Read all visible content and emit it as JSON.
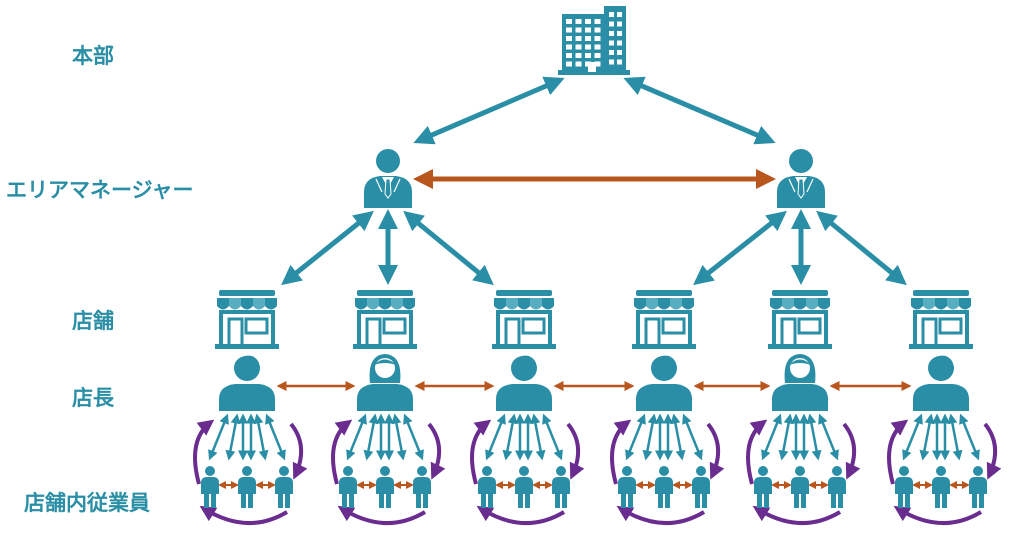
{
  "labels": {
    "headquarters": "本部",
    "area_manager": "エリアマネージャー",
    "store": "店舗",
    "store_manager": "店長",
    "store_staff": "店舗内従業員"
  },
  "colors": {
    "teal": "#2a8fa6",
    "orange": "#b8561e",
    "purple": "#6a2c8f",
    "white": "#ffffff"
  },
  "structure": {
    "area_managers": 2,
    "stores_per_manager": 3,
    "staff_per_store": 3,
    "store_manager_gender": [
      "male",
      "female",
      "male",
      "male",
      "female",
      "male"
    ]
  },
  "icons": {
    "headquarters": "office-building-icon",
    "area_manager": "businessman-icon",
    "store": "storefront-icon",
    "store_manager": "person-icon",
    "staff": "staff-person-icon"
  }
}
